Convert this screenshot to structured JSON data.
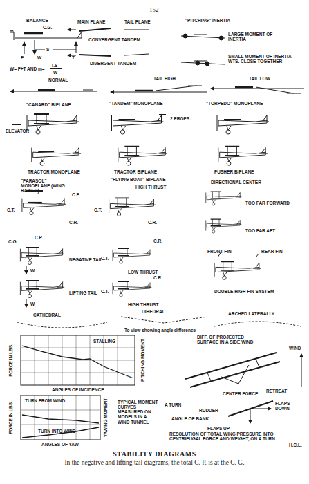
{
  "diagram": {
    "title": "STABILITY DIAGRAMS",
    "caption": "In the negative and lifting tail diagrams, the total C. P. is at the C. G.",
    "labels": [
      "152",
      "BALANCE",
      "C.G.",
      "m",
      "F",
      "W",
      "T",
      "S",
      "W= F+T AND m=",
      "T.S",
      "W",
      "MAIN PLANE",
      "TAIL PLANE",
      "CONVERGENT TANDEM",
      "DIVERGENT TANDEM",
      "\"PITCHING\" INERTIA",
      "LARGE MOMENT OF INERTIA",
      "SMALL MOMENT OF INERTIA WTS. CLOSE TOGETHER",
      "NORMAL",
      "TAIL HIGH",
      "TAIL LOW",
      "\"CANARD\" BIPLANE",
      "ELEVATOR",
      "\"TANDEM\" MONOPLANE",
      "2 PROPS.",
      "\"TORPEDO\" MONOPLANE",
      "TRACTOR MONOPLANE",
      "TRACTOR BIPLANE",
      "PUSHER BIPLANE",
      "\"PARASOL\" MONOPLANE (WING RAISED)",
      "C.P.",
      "C.T.",
      "C.R.",
      "\"FLYING BOAT\" BIPLANE",
      "HIGH THRUST",
      "C.T.",
      "C.R.",
      "DIRECTIONAL CENTER",
      "TOO FAR FORWARD",
      "TOO FAR AFT",
      "C.G.",
      "C.P.",
      "W",
      "NEGATIVE TAIL",
      "C.R.",
      "C.T.",
      "LOW THRUST",
      "W",
      "LIFTING TAIL",
      "C.R.",
      "C.T.",
      "HIGH THRUST",
      "FRONT FIN",
      "REAR FIN",
      "DOUBLE HIGH FIN SYSTEM",
      "CATHEDRAL",
      "DIHEDRAL",
      "To view showing angle difference",
      "ARCHED LATERALLY",
      "STALLING",
      "FORCE IN LBS.",
      "PITCHING MOMENT",
      "ANGLES OF INCIDENCE",
      "TURN FROM WIND",
      "TURN INTO WIND",
      "FORCE IN LBS.",
      "YAWING MOMENT",
      "ANGLES OF YAW",
      "TYPICAL MOMENT CURVES MEASURED ON MODELS IN A WIND TUNNEL",
      "DIFF. OF PROJECTED SURFACE IN A SIDE WIND",
      "WIND",
      "RETREAT",
      "A TURN",
      "CENTER FORCE",
      "RUDDER",
      "ANGLE OF BANK",
      "FLAPS UP",
      "FLAPS DOWN",
      "RESOLUTION OF TOTAL WING PRESSURE INTO CENTRIFUGAL FORCE AND WEIGHT, ON A TURN.",
      "H.C.L."
    ]
  }
}
